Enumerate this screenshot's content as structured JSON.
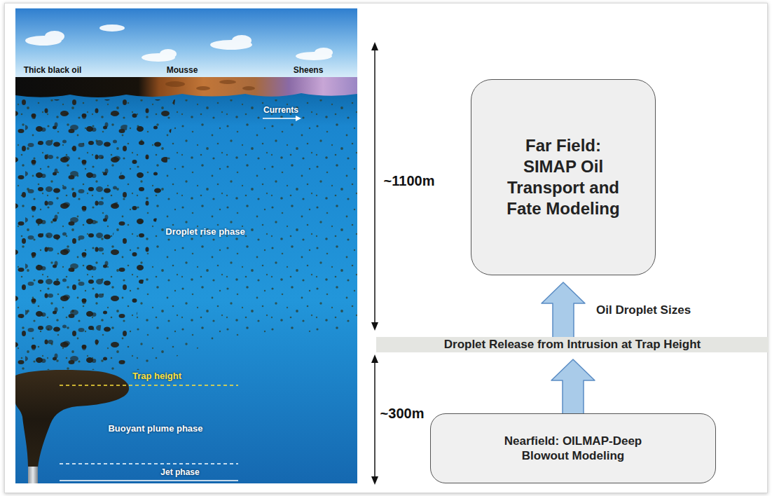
{
  "diagram": {
    "nodes": [
      {
        "text": [
          "Far Field: SIMAP Oil Transport and Fate Modeling"
        ]
      },
      {
        "text": [
          "Droplet Release from Intrusion at Trap Height"
        ]
      },
      {
        "text": [
          "Nearfield: OILMAP-Deep Blowout Modeling"
        ]
      }
    ],
    "edges": [
      {
        "from": 1,
        "to": 0,
        "arrow": "to",
        "label": "Oil Droplet Sizes"
      },
      {
        "from": 2,
        "to": 1,
        "arrow": "to"
      }
    ],
    "labels": [
      "Thick black oil",
      "Mousse",
      "Sheens",
      "Currents",
      "Droplet rise phase",
      "Trap height",
      "Buoyant plume phase",
      "Jet phase",
      "~1100m",
      "~300m"
    ]
  }
}
